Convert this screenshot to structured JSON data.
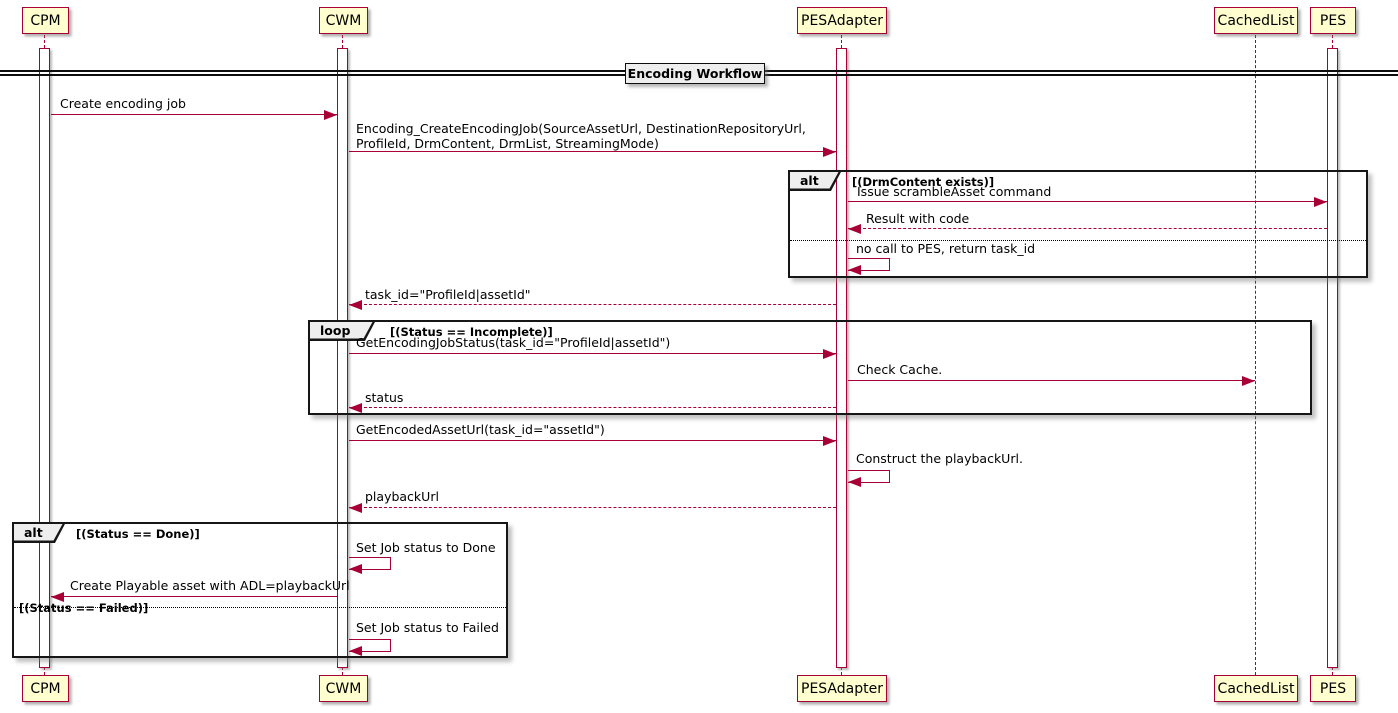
{
  "title": "Encoding Workflow",
  "participants": {
    "cpm": {
      "label": "CPM"
    },
    "cwm": {
      "label": "CWM"
    },
    "pesadapter": {
      "label": "PESAdapter"
    },
    "cachedlist": {
      "label": "CachedList"
    },
    "pes": {
      "label": "PES"
    }
  },
  "frames": {
    "alt_drm": {
      "label": "alt",
      "guard": "[(DrmContent exists)]"
    },
    "loop_status": {
      "label": "loop",
      "guard": "[(Status == Incomplete)]"
    },
    "alt_done": {
      "label": "alt",
      "guard": "[(Status == Done)]",
      "else_guard": "[(Status == Failed)]"
    }
  },
  "messages": {
    "create_job": {
      "label": "Create encoding job",
      "from": "CPM",
      "to": "CWM",
      "kind": "solid"
    },
    "create_encoding_job": {
      "label": "Encoding_CreateEncodingJob(SourceAssetUrl, DestinationRepositoryUrl,\nProfileId, DrmContent, DrmList, StreamingMode)",
      "from": "CWM",
      "to": "PESAdapter",
      "kind": "solid"
    },
    "issue_scramble": {
      "label": "Issue scrambleAsset command",
      "from": "PESAdapter",
      "to": "PES",
      "kind": "solid"
    },
    "result_with_code": {
      "label": "Result with code",
      "from": "PES",
      "to": "PESAdapter",
      "kind": "return"
    },
    "no_call_to_pes": {
      "label": "no call to PES, return task_id",
      "from": "PESAdapter",
      "to": "PESAdapter",
      "kind": "self"
    },
    "task_id_return": {
      "label": "task_id=\"ProfileId|assetId\"",
      "from": "PESAdapter",
      "to": "CWM",
      "kind": "return"
    },
    "get_status": {
      "label": "GetEncodingJobStatus(task_id=\"ProfileId|assetId\")",
      "from": "CWM",
      "to": "PESAdapter",
      "kind": "solid"
    },
    "check_cache": {
      "label": "Check Cache.",
      "from": "PESAdapter",
      "to": "CachedList",
      "kind": "solid"
    },
    "status_return": {
      "label": "status",
      "from": "PESAdapter",
      "to": "CWM",
      "kind": "return"
    },
    "get_encoded_url": {
      "label": "GetEncodedAssetUrl(task_id=\"assetId\")",
      "from": "CWM",
      "to": "PESAdapter",
      "kind": "solid"
    },
    "construct_playback": {
      "label": "Construct the playbackUrl.",
      "from": "PESAdapter",
      "to": "PESAdapter",
      "kind": "self"
    },
    "playback_return": {
      "label": "playbackUrl",
      "from": "PESAdapter",
      "to": "CWM",
      "kind": "return"
    },
    "set_done": {
      "label": "Set Job status to Done",
      "from": "CWM",
      "to": "CWM",
      "kind": "self"
    },
    "create_playable": {
      "label": "Create Playable asset with ADL=playbackUrl",
      "from": "CWM",
      "to": "CPM",
      "kind": "solid"
    },
    "set_failed": {
      "label": "Set Job status to Failed",
      "from": "CWM",
      "to": "CWM",
      "kind": "self"
    }
  },
  "colors": {
    "accent": "#A80036",
    "participant_fill": "#FEFECE",
    "frame_border": "#161616",
    "header_fill": "#EEEEEE",
    "background": "#FFFFFF"
  }
}
